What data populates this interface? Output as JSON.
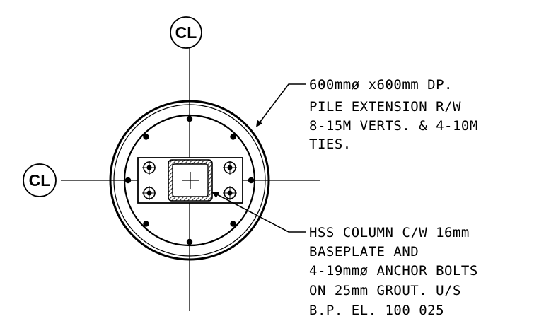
{
  "centerline_labels": {
    "top": "CL",
    "left": "CL"
  },
  "pile_note": [
    "600mmø x600mm DP.",
    "PILE EXTENSION R/W",
    "8-15M VERTS. & 4-10M",
    "TIES."
  ],
  "column_note": [
    "HSS COLUMN C/W 16mm",
    "BASEPLATE AND",
    "4-19mmø ANCHOR BOLTS",
    "ON 25mm GROUT. U/S",
    "B.P. EL. 100 025"
  ],
  "vertical_bar_count": 8
}
